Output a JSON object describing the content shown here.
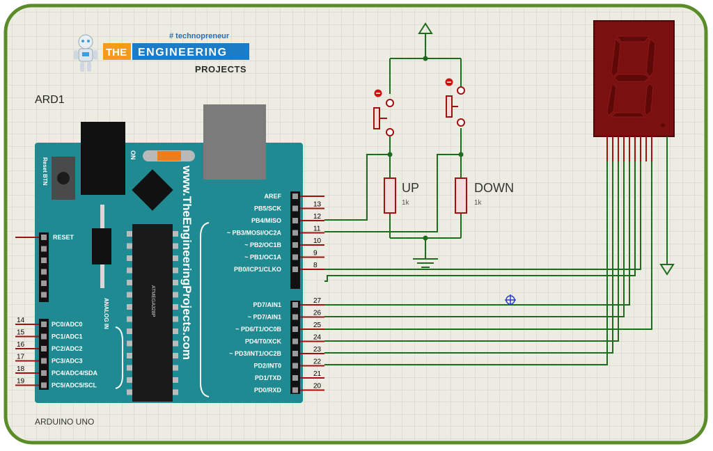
{
  "logo": {
    "tagline": "# technopreneur",
    "word_the": "THE",
    "word_engineering": "ENGINEERING",
    "word_projects": "PROJECTS"
  },
  "board": {
    "ref": "ARD1",
    "model": "ARDUINO UNO",
    "url": "www.TheEngineeringProjects.com",
    "reset_btn": "Reset BTN",
    "on_label": "ON",
    "analog_in": "ANALOG IN",
    "chip_text": "ATMEGA328P",
    "reset_pin": "RESET",
    "left_pins": [
      {
        "num": "14",
        "label": "PC0/ADC0"
      },
      {
        "num": "15",
        "label": "PC1/ADC1"
      },
      {
        "num": "16",
        "label": "PC2/ADC2"
      },
      {
        "num": "17",
        "label": "PC3/ADC3"
      },
      {
        "num": "18",
        "label": "PC4/ADC4/SDA"
      },
      {
        "num": "19",
        "label": "PC5/ADC5/SCL"
      }
    ],
    "right_pins_top": [
      {
        "num": "",
        "label": "AREF"
      },
      {
        "num": "13",
        "label": "PB5/SCK"
      },
      {
        "num": "12",
        "label": "PB4/MISO"
      },
      {
        "num": "11",
        "label": "~ PB3/MOSI/OC2A"
      },
      {
        "num": "10",
        "label": "~ PB2/OC1B"
      },
      {
        "num": "9",
        "label": "~ PB1/OC1A"
      },
      {
        "num": "8",
        "label": "PB0/ICP1/CLKO"
      }
    ],
    "right_pins_bottom": [
      {
        "num": "27",
        "label": "PD7/AIN1"
      },
      {
        "num": "26",
        "label": "~ PD7/AIN1"
      },
      {
        "num": "25",
        "label": "~ PD6/T1/OC0B"
      },
      {
        "num": "24",
        "label": "PD4/T0/XCK"
      },
      {
        "num": "23",
        "label": "~ PD3/INT1/OC2B"
      },
      {
        "num": "22",
        "label": "PD2/INT0"
      },
      {
        "num": "21",
        "label": "PD1/TXD"
      },
      {
        "num": "20",
        "label": "PD0/RXD"
      }
    ]
  },
  "resistors": [
    {
      "name": "UP",
      "value": "1k"
    },
    {
      "name": "DOWN",
      "value": "1k"
    }
  ],
  "colors": {
    "grid_bg": "#ecebe0",
    "grid_line": "#c8c7bb",
    "frame": "#5a8c2a",
    "board": "#1f8a92",
    "wire": "#1e6b1e",
    "seg_bg": "#7a1010",
    "seg_off": "#6a0a0a"
  }
}
